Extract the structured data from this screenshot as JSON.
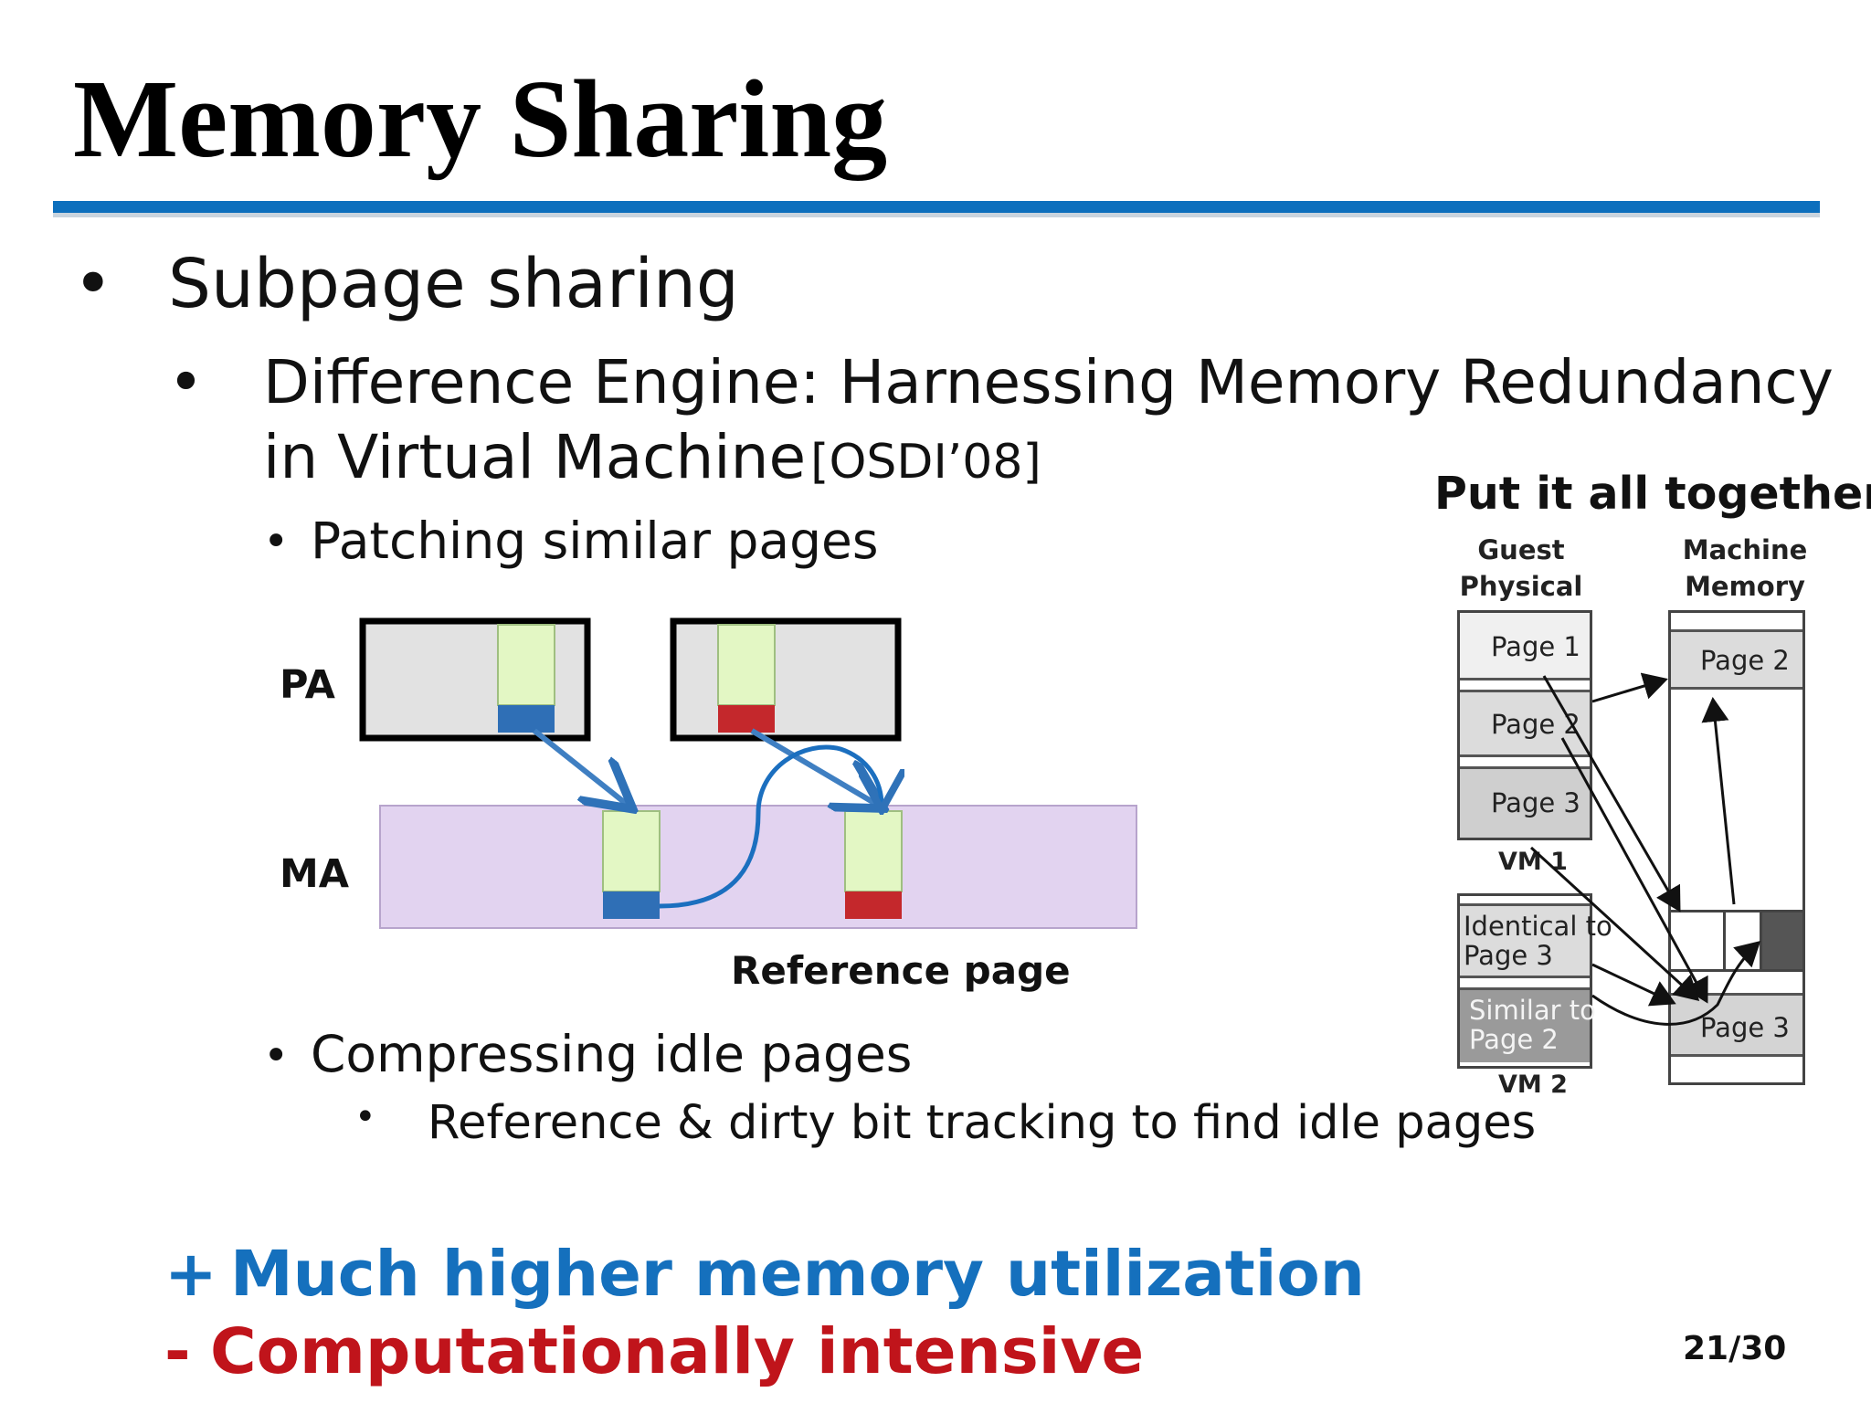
{
  "slide": {
    "title": "Memory Sharing",
    "bullet_l1": "Subpage sharing",
    "bullet_l2_line1": "Difference Engine: Harnessing Memory Redundancy",
    "bullet_l2_line2": "in Virtual Machine",
    "citation": "[OSDI’08]",
    "bullet_l3_a": "Patching similar pages",
    "bullet_l3_b": "Compressing idle pages",
    "bullet_l4": "Reference & dirty bit tracking to find idle pages",
    "pro": {
      "sign": "+",
      "text": "Much higher memory utilization"
    },
    "con": {
      "sign": "-",
      "text": "Computationally intensive"
    },
    "page_number": "21/30",
    "bullet_symbol": "•"
  },
  "patch_diagram": {
    "pa_label": "PA",
    "ma_label": "MA",
    "reference_label": "Reference page"
  },
  "overview_figure": {
    "title": "Put it all together!",
    "guest_header_line1": "Guest",
    "guest_header_line2": "Physical",
    "machine_header_line1": "Machine",
    "machine_header_line2": "Memory",
    "vm1_pages": [
      "Page 1",
      "Page 2",
      "Page 3"
    ],
    "vm1_label": "VM 1",
    "vm2_pages": [
      {
        "line1": "Identical to",
        "line2": "Page 3"
      },
      {
        "line1": "Similar to",
        "line2": "Page 2"
      }
    ],
    "vm2_label": "VM 2",
    "machine_pages": [
      "Page 2",
      "Page 3"
    ]
  },
  "colors": {
    "accent_blue": "#0d6fbd",
    "pro_blue": "#1570bd",
    "con_red": "#c0141b",
    "page_green": "#e3f7c4",
    "delta_blue": "#2f6fb6",
    "delta_red": "#c4282c",
    "ma_purple": "#e2d3f0",
    "pa_gray": "#e2e2e2"
  }
}
